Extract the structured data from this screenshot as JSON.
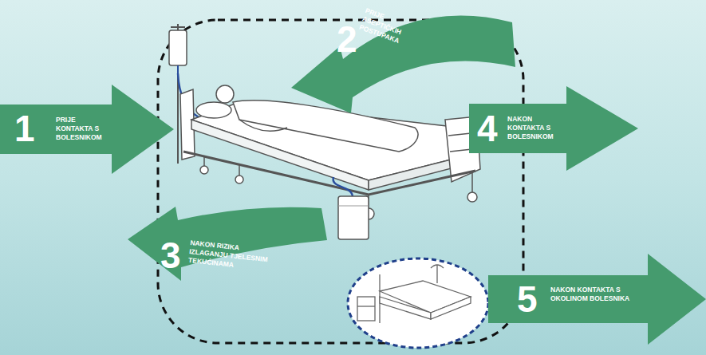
{
  "diagram": {
    "nodes": [
      {
        "text": [
          "1",
          "PRIJE KONTAKTA S BOLESNIKOM"
        ]
      },
      {
        "text": [
          "2",
          "PRIJE ASEPTIČKIH POSTUPAKA"
        ]
      },
      {
        "text": [
          "3",
          "NAKON RIZIKA IZLAGANJU TJELESNIM TEKUĆINAMA"
        ]
      },
      {
        "text": [
          "4",
          "NAKON KONTAKTA S BOLESNIKOM"
        ]
      },
      {
        "text": [
          "5",
          "NAKON KONTAKTA S OKOLINOM BOLESNIKA"
        ]
      }
    ]
  }
}
